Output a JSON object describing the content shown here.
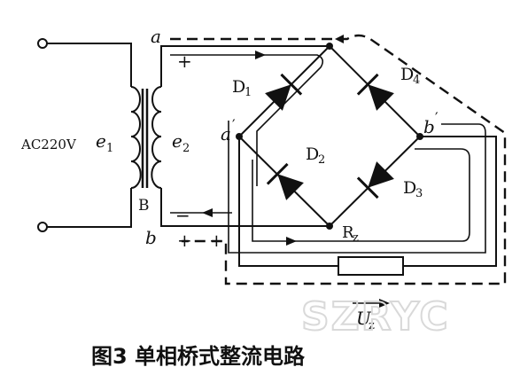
{
  "diagram": {
    "labels": {
      "a": "a",
      "a_prime": "a",
      "prime": "′",
      "b": "b",
      "b_prime": "b",
      "B": "B",
      "ac": "AC220V",
      "e1": "e",
      "e1_sub": "1",
      "e2": "e",
      "e2_sub": "2",
      "D1": "D",
      "D1_sub": "1",
      "D2": "D",
      "D2_sub": "2",
      "D3": "D",
      "D3_sub": "3",
      "D4": "D",
      "D4_sub": "4",
      "Rz": "R",
      "Rz_sub": "z",
      "Uz": "U",
      "Uz_sub": "z",
      "plus": "+",
      "minus": "−"
    },
    "caption": "图3  单相桥式整流电路",
    "watermark": "SZRYC"
  }
}
